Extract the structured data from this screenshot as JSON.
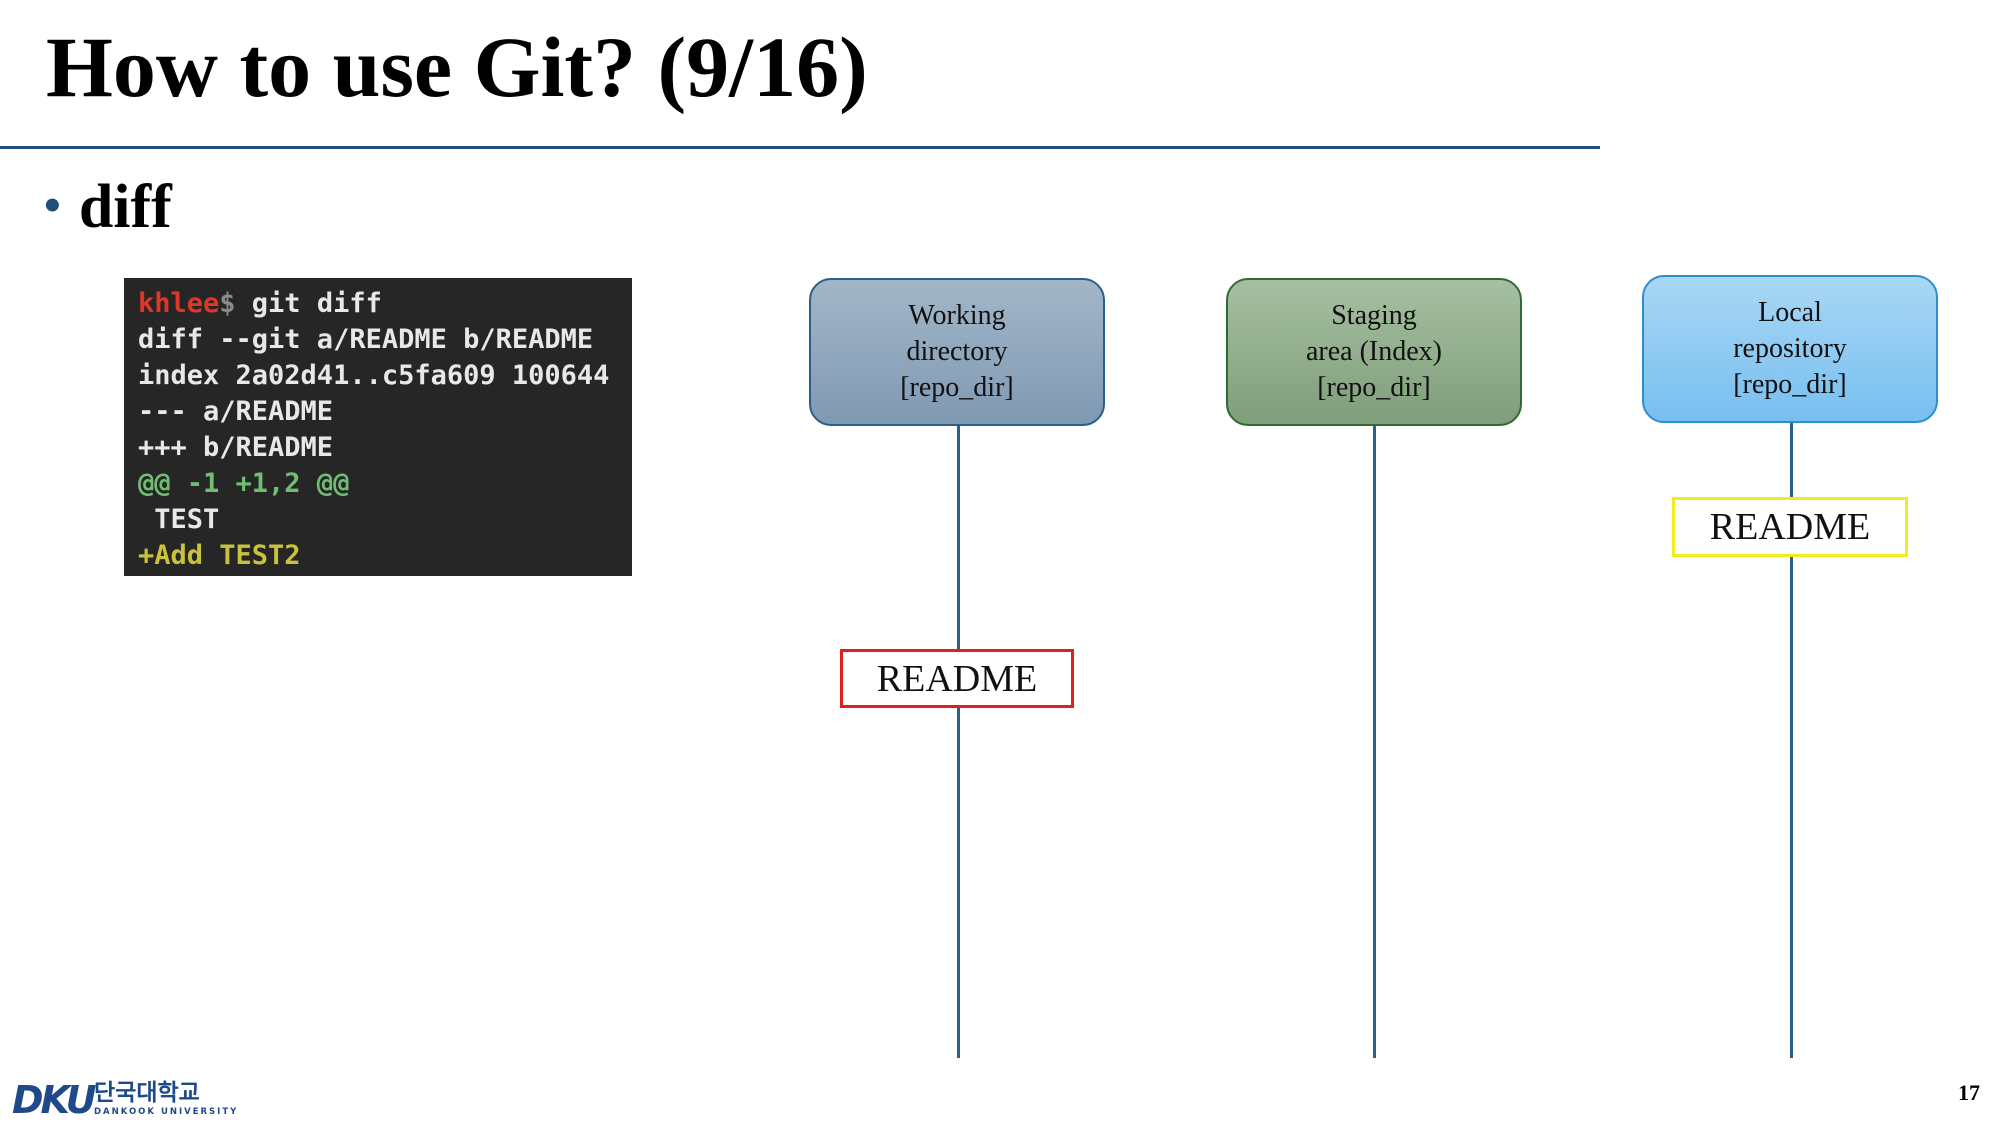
{
  "slide": {
    "title": "How to use Git? (9/16)",
    "bullet": "diff",
    "page_number": "17"
  },
  "terminal": {
    "lines": [
      [
        {
          "t": "khlee",
          "c": "red"
        },
        {
          "t": "$ ",
          "c": "dim"
        },
        {
          "t": "git diff",
          "c": "white"
        }
      ],
      [
        {
          "t": "diff --git a/README b/README",
          "c": "white"
        }
      ],
      [
        {
          "t": "index 2a02d41..c5fa609 100644",
          "c": "white"
        }
      ],
      [
        {
          "t": "--- a/README",
          "c": "white"
        }
      ],
      [
        {
          "t": "+++ b/README",
          "c": "white"
        }
      ],
      [
        {
          "t": "@@ -1 +1,2 @@",
          "c": "green"
        }
      ],
      [
        {
          "t": " TEST",
          "c": "white"
        }
      ],
      [
        {
          "t": "+Add TEST2",
          "c": "yellow"
        }
      ]
    ]
  },
  "diagram": {
    "areas": [
      {
        "lines": [
          "Working",
          "directory",
          "[repo_dir]"
        ]
      },
      {
        "lines": [
          "Staging",
          "area (Index)",
          "[repo_dir]"
        ]
      },
      {
        "lines": [
          "Local",
          "repository",
          "[repo_dir]"
        ]
      }
    ],
    "files": {
      "working": "README",
      "local": "README"
    },
    "colors": {
      "working_file_border": "#e02020",
      "local_file_border": "#f2ec1c"
    }
  },
  "logo": {
    "mark": "DKU",
    "korean": "단국대학교",
    "english": "DANKOOK UNIVERSITY"
  }
}
